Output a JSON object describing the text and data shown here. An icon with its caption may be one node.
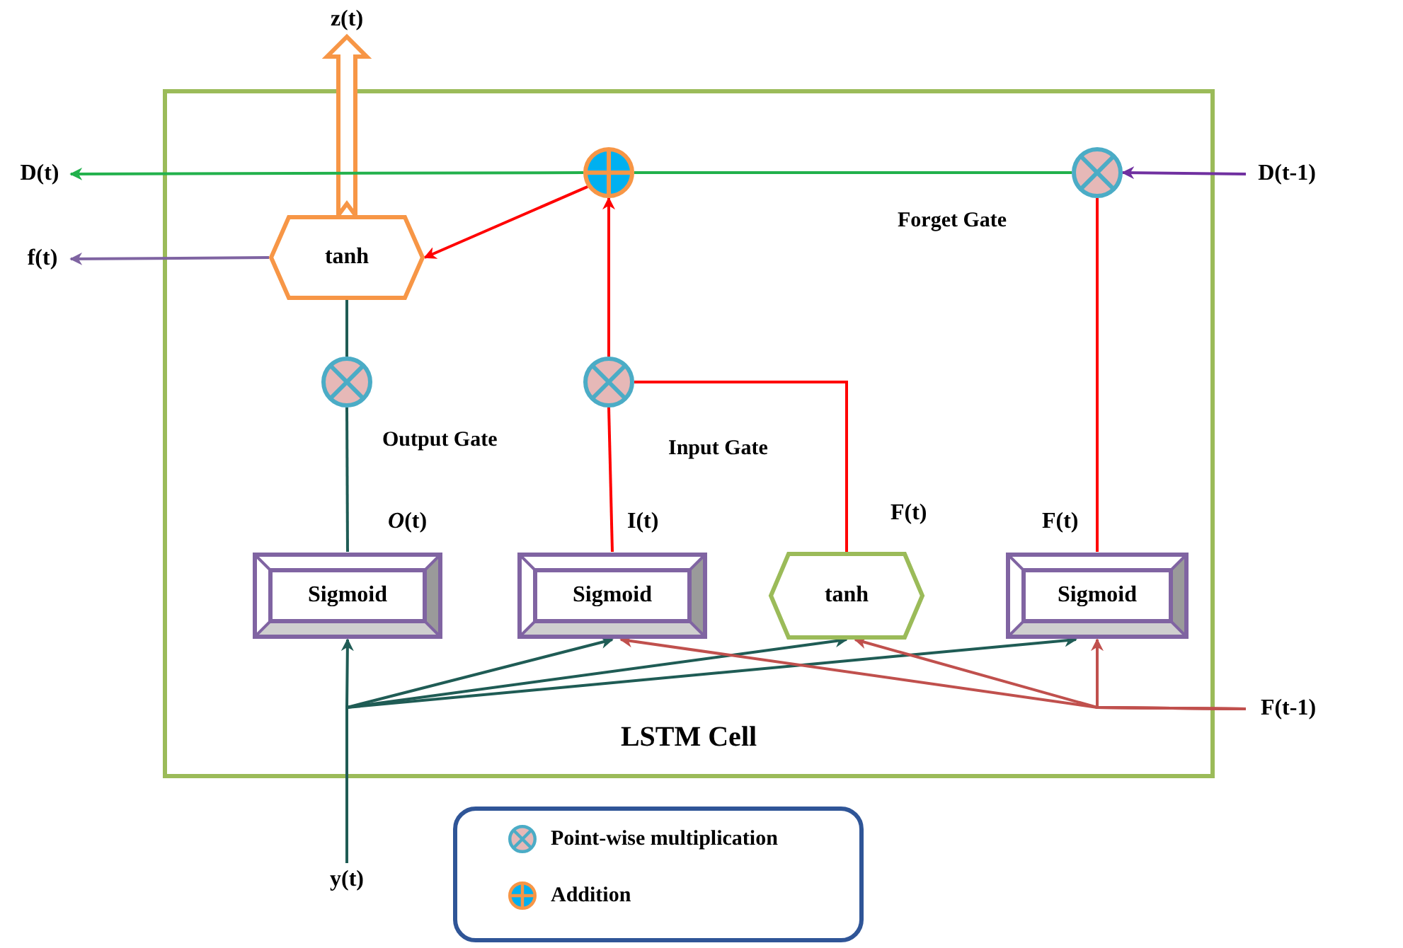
{
  "diagram": {
    "nodes": [
      {
        "text": [
          "LSTM Cell"
        ]
      },
      {
        "text": [
          "z(t)"
        ]
      },
      {
        "text": [
          "D(t)"
        ]
      },
      {
        "text": [
          "f(t)"
        ]
      },
      {
        "text": [
          "D(t-1)"
        ]
      },
      {
        "text": [
          "F(t-1)"
        ]
      },
      {
        "text": [
          "y(t)"
        ]
      },
      {
        "text": [],
        "shape": "circle",
        "in": 0
      },
      {
        "text": [],
        "shape": "circle",
        "in": 0
      },
      {
        "text": [
          "tanh"
        ],
        "in": 0
      },
      {
        "text": [],
        "shape": "circle",
        "in": 0
      },
      {
        "text": [],
        "shape": "circle",
        "in": 0
      },
      {
        "text": [
          "Sigmoid"
        ],
        "beside": [
          "*O*(t)"
        ],
        "in": 0
      },
      {
        "text": [
          "Sigmoid"
        ],
        "beside": [
          "I(t)"
        ],
        "in": 0
      },
      {
        "text": [
          "tanh"
        ],
        "beside": [
          "F(t)"
        ],
        "in": 0
      },
      {
        "text": [
          "Sigmoid"
        ],
        "beside": [
          "F(t)"
        ],
        "in": 0
      }
    ],
    "edges": [
      {
        "from": 9,
        "to": 1,
        "arrow": "to",
        "style": "thick",
        "color": "#f79646"
      },
      {
        "from": 7,
        "to": 2,
        "arrow": "to",
        "color": "#22b14c"
      },
      {
        "from": 8,
        "to": 7,
        "arrow": "none",
        "color": "#22b14c"
      },
      {
        "from": 4,
        "to": 8,
        "arrow": "to",
        "color": "#7030a0"
      },
      {
        "from": 9,
        "to": 3,
        "arrow": "to",
        "color": "#7f64a2"
      },
      {
        "from": 7,
        "to": 9,
        "arrow": "to",
        "color": "#ff0000"
      },
      {
        "from": 11,
        "to": 7,
        "arrow": "to",
        "color": "#ff0000"
      },
      {
        "from": 15,
        "to": 8,
        "arrow": "none",
        "color": "#ff0000"
      },
      {
        "from": 14,
        "to": 11,
        "arrow": "none",
        "color": "#ff0000"
      },
      {
        "from": 13,
        "to": 11,
        "arrow": "none",
        "color": "#ff0000"
      },
      {
        "from": 12,
        "to": 10,
        "arrow": "none",
        "color": "#1f5c55"
      },
      {
        "from": 10,
        "to": 9,
        "arrow": "none",
        "color": "#1f5c55"
      },
      {
        "from": 6,
        "to": 12,
        "arrow": "to",
        "color": "#1f5c55"
      },
      {
        "from": 6,
        "to": 13,
        "arrow": "to",
        "color": "#1f5c55"
      },
      {
        "from": 6,
        "to": 14,
        "arrow": "to",
        "color": "#1f5c55"
      },
      {
        "from": 6,
        "to": 15,
        "arrow": "to",
        "color": "#1f5c55"
      },
      {
        "from": 5,
        "to": 13,
        "arrow": "to",
        "color": "#c0504d"
      },
      {
        "from": 5,
        "to": 14,
        "arrow": "to",
        "color": "#c0504d"
      },
      {
        "from": 5,
        "to": 15,
        "arrow": "to",
        "color": "#c0504d"
      }
    ],
    "labels": [
      "Forget Gate",
      "Output Gate",
      "Input Gate"
    ],
    "legend": [
      {
        "text": "Point-wise multiplication"
      },
      {
        "text": "Addition"
      }
    ]
  }
}
